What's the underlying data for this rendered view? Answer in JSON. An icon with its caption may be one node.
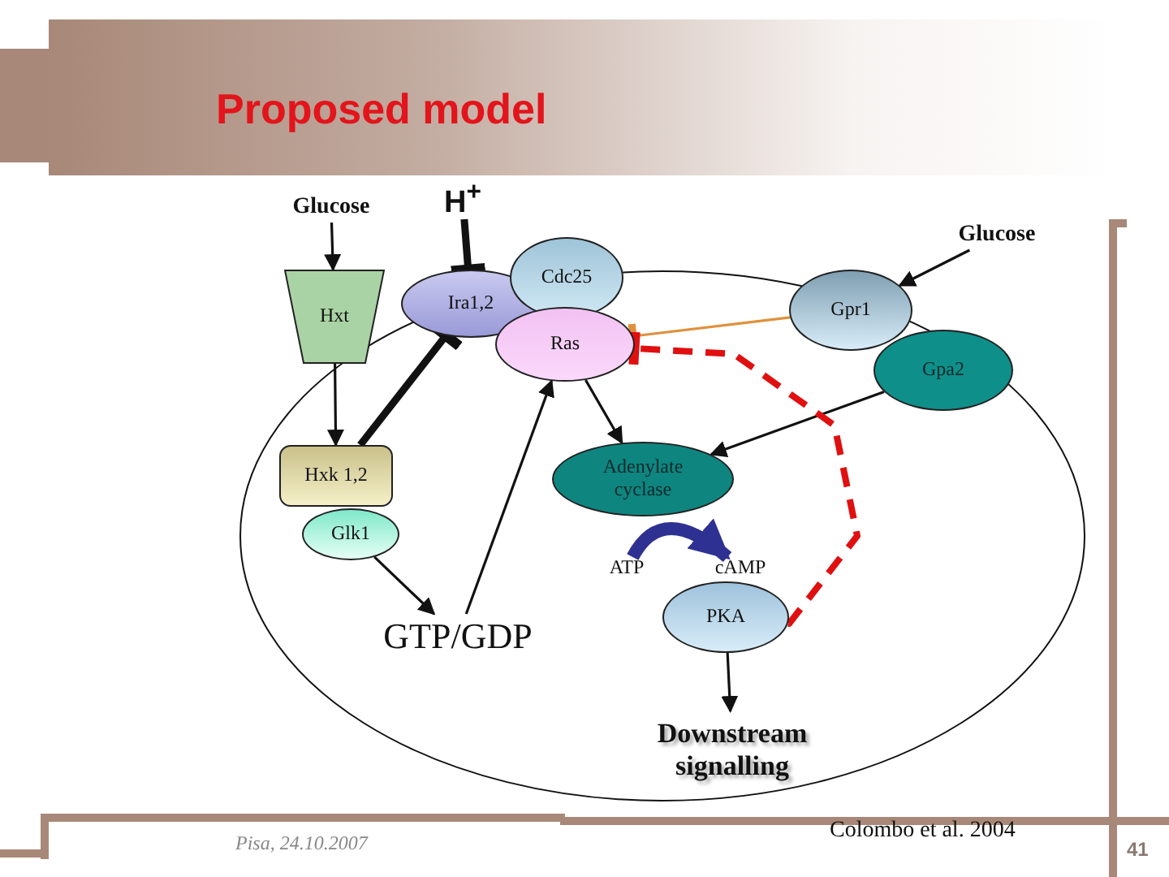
{
  "diagram": {
    "title": "Proposed model",
    "nodes": [
      {
        "text": [
          "Glucose"
        ]
      },
      {
        "text": [
          "H$^{+}$"
        ]
      },
      {
        "text": [
          "Glucose"
        ]
      },
      {
        "text": [
          "Hxt"
        ]
      },
      {
        "text": [
          "Ira1,2"
        ]
      },
      {
        "text": [
          "Cdc25"
        ]
      },
      {
        "text": [
          "Ras"
        ]
      },
      {
        "text": [
          "Gpr1"
        ]
      },
      {
        "text": [
          "Gpa2"
        ]
      },
      {
        "text": [
          "Hxk 1,2"
        ]
      },
      {
        "text": [
          "Glk1"
        ]
      },
      {
        "text": [
          "Adenylate cyclase"
        ]
      },
      {
        "text": [
          "ATP"
        ]
      },
      {
        "text": [
          "cAMP"
        ]
      },
      {
        "text": [
          "PKA"
        ]
      },
      {
        "text": [
          "GTP/GDP"
        ]
      },
      {
        "text": [
          "Downstream signalling"
        ]
      }
    ],
    "edges": [
      {
        "from": 0,
        "to": 3,
        "arrow": "to"
      },
      {
        "from": 1,
        "to": 4,
        "arrow": "other",
        "style": "thick"
      },
      {
        "from": 2,
        "to": 7,
        "arrow": "to"
      },
      {
        "from": 3,
        "to": 9,
        "arrow": "to"
      },
      {
        "from": 9,
        "to": 4,
        "arrow": "other",
        "style": "thick"
      },
      {
        "from": 10,
        "to": 15,
        "arrow": "to"
      },
      {
        "from": 15,
        "to": 6,
        "arrow": "to"
      },
      {
        "from": 6,
        "to": 11,
        "arrow": "to"
      },
      {
        "from": 8,
        "to": 11,
        "arrow": "to"
      },
      {
        "from": 7,
        "to": 6,
        "arrow": "other",
        "color": "#e0903c"
      },
      {
        "from": 14,
        "to": 6,
        "arrow": "other",
        "style": "dashed",
        "color": "#e01010"
      },
      {
        "from": 12,
        "to": 13,
        "arrow": "to",
        "style": "thick",
        "color": "#2e3192"
      },
      {
        "from": 14,
        "to": 16,
        "arrow": "to"
      }
    ],
    "labels": [
      "Pisa, 24.10.2007",
      "Colombo et al. 2004",
      "41"
    ]
  }
}
